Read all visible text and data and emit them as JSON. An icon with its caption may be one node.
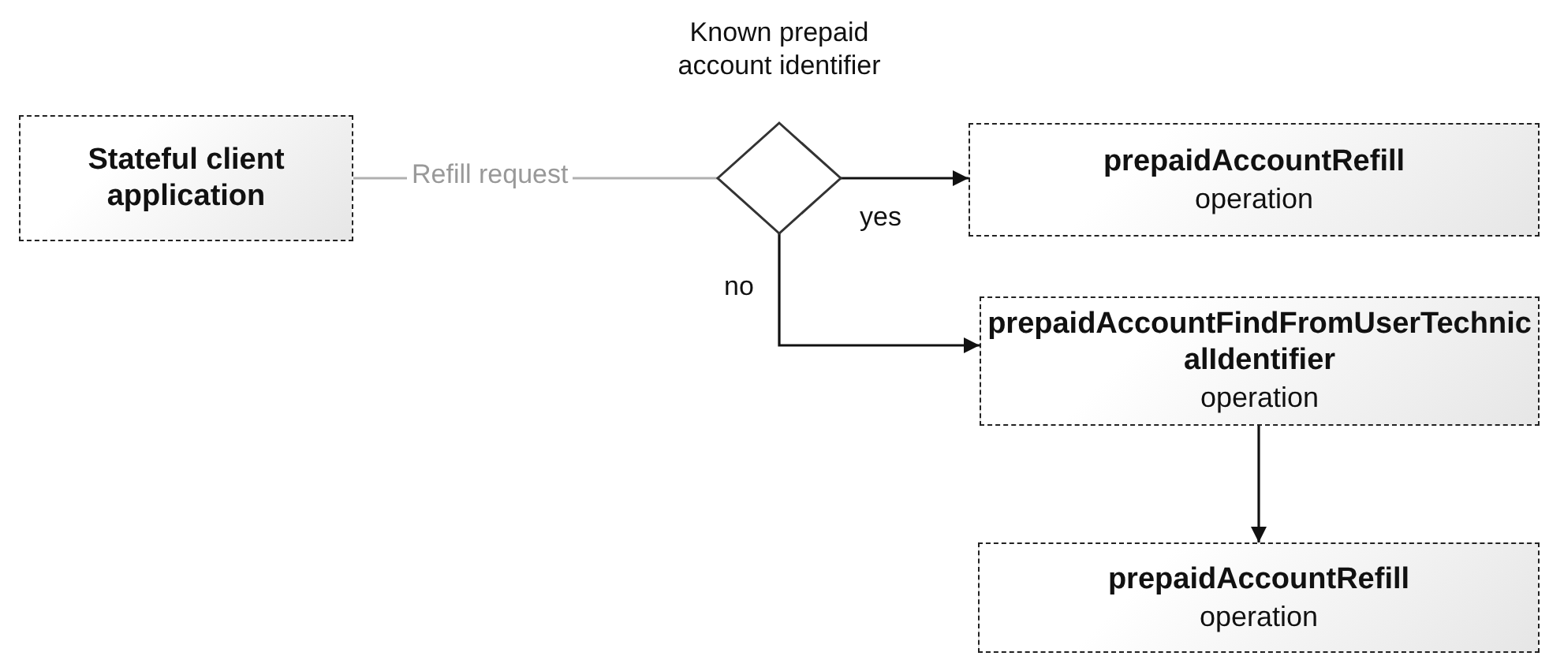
{
  "diagram": {
    "nodes": [
      {
        "text": [
          "Stateful client application"
        ]
      },
      {
        "text": [
          "Known prepaid account identifier"
        ]
      },
      {
        "text": [
          "prepaidAccountRefill",
          "operation"
        ]
      },
      {
        "text": [
          "prepaidAccountFindFromUserTechnicalIdentifier",
          "operation"
        ]
      },
      {
        "text": [
          "prepaidAccountRefill",
          "operation"
        ]
      }
    ],
    "edges": [
      {
        "from": 0,
        "to": 1,
        "arrow": "none",
        "label": "Refill request",
        "color": "#b0b0b0"
      },
      {
        "from": 1,
        "to": 2,
        "arrow": "to",
        "label": "yes"
      },
      {
        "from": 1,
        "to": 3,
        "arrow": "to",
        "label": "no"
      },
      {
        "from": 3,
        "to": 4,
        "arrow": "to"
      }
    ]
  }
}
